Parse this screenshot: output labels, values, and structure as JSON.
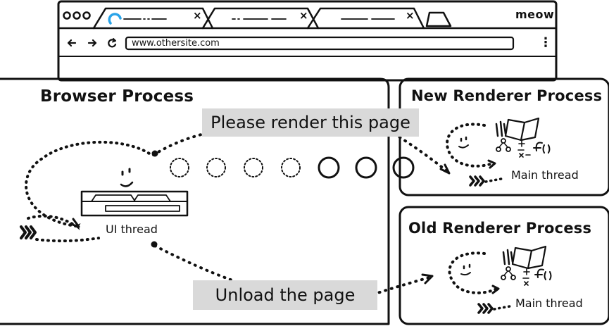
{
  "browser_window": {
    "brand": "meow",
    "address": "www.othersite.com",
    "menu_glyph": "⋮",
    "tabs": [
      {
        "close": "×"
      },
      {
        "close": "×"
      },
      {
        "close": "×"
      }
    ]
  },
  "browser_process": {
    "title": "Browser Process",
    "thread_label": "UI thread"
  },
  "new_renderer": {
    "title": "New Renderer Process",
    "thread_label": "Main thread"
  },
  "old_renderer": {
    "title": "Old Renderer Process",
    "thread_label": "Main thread"
  },
  "messages": {
    "render": "Please render this page",
    "unload": "Unload the page"
  }
}
